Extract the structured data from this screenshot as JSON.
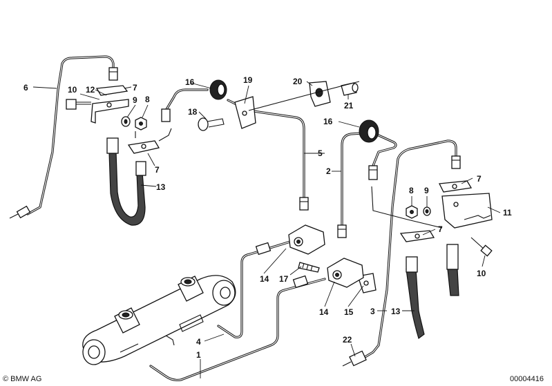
{
  "diagram": {
    "callouts": {
      "c1": "1",
      "c2": "2",
      "c3": "3",
      "c4": "4",
      "c5": "5",
      "c6": "6",
      "c7a": "7",
      "c7b": "7",
      "c7c": "7",
      "c7d": "7",
      "c8a": "8",
      "c8b": "8",
      "c9a": "9",
      "c9b": "9",
      "c10a": "10",
      "c10b": "10",
      "c11": "11",
      "c12": "12",
      "c13a": "13",
      "c13b": "13",
      "c14a": "14",
      "c14b": "14",
      "c15": "15",
      "c16a": "16",
      "c16b": "16",
      "c17": "17",
      "c18": "18",
      "c19": "19",
      "c20": "20",
      "c21": "21",
      "c22": "22"
    },
    "copyright": "© BMW AG",
    "drawing_number": "00004416"
  }
}
